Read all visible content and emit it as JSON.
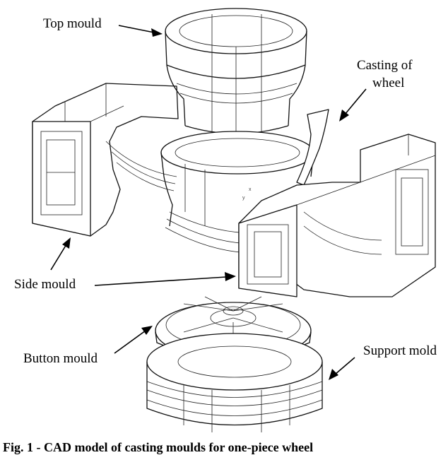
{
  "labels": {
    "top_mould": "Top mould",
    "casting_line1": "Casting of",
    "casting_line2": "wheel",
    "side_mould": "Side mould",
    "button_mould": "Button mould",
    "support_mold": "Support mold",
    "caption_partial": "Fig. 1 - CAD model of casting moulds for one-piece wheel"
  },
  "colors": {
    "line": "#111111",
    "background": "#ffffff"
  }
}
